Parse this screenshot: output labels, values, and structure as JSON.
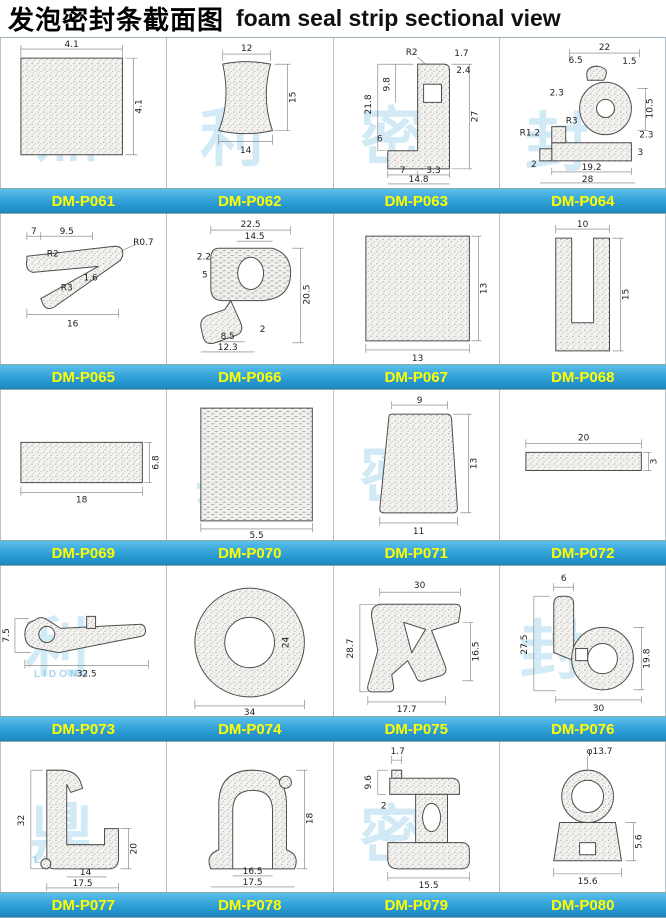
{
  "header": {
    "title_zh": "发泡密封条截面图",
    "title_en": "foam seal strip sectional view"
  },
  "watermark": {
    "chars": [
      "鼎",
      "利",
      "密",
      "封"
    ],
    "brand": "LIDONG"
  },
  "colors": {
    "label_bg": "#2e9ed6",
    "label_text": "#ffff00",
    "grid_border": "#b5c2c9",
    "watermark": "#8ecbe9",
    "dimension_text": "#222222"
  },
  "cells": [
    {
      "part": "DM-P061",
      "dims": [
        "4.1",
        "4.1"
      ]
    },
    {
      "part": "DM-P062",
      "dims": [
        "12",
        "15",
        "14"
      ]
    },
    {
      "part": "DM-P063",
      "dims": [
        "R2",
        "1.7",
        "2.4",
        "27",
        "21.8",
        "9.8",
        "6",
        "7",
        "3.3",
        "14.8"
      ]
    },
    {
      "part": "DM-P064",
      "dims": [
        "22",
        "6.5",
        "1.5",
        "10.5",
        "2.3",
        "2.3",
        "R3",
        "R1.2",
        "2",
        "19.2",
        "28",
        "3"
      ]
    },
    {
      "part": "DM-P065",
      "dims": [
        "9.5",
        "7",
        "R2",
        "R0.7",
        "R3",
        "1.6",
        "16"
      ]
    },
    {
      "part": "DM-P066",
      "dims": [
        "22.5",
        "14.5",
        "2.2",
        "5",
        "20.5",
        "8.5",
        "12.3",
        "2"
      ]
    },
    {
      "part": "DM-P067",
      "dims": [
        "13",
        "13"
      ]
    },
    {
      "part": "DM-P068",
      "dims": [
        "10",
        "15"
      ]
    },
    {
      "part": "DM-P069",
      "dims": [
        "18",
        "6.8"
      ]
    },
    {
      "part": "DM-P070",
      "dims": [
        "5.5"
      ]
    },
    {
      "part": "DM-P071",
      "dims": [
        "9",
        "11",
        "13"
      ]
    },
    {
      "part": "DM-P072",
      "dims": [
        "20",
        "3"
      ]
    },
    {
      "part": "DM-P073",
      "dims": [
        "7.5",
        "32.5"
      ]
    },
    {
      "part": "DM-P074",
      "dims": [
        "34",
        "24"
      ]
    },
    {
      "part": "DM-P075",
      "dims": [
        "30",
        "28.7",
        "16.5",
        "17.7"
      ]
    },
    {
      "part": "DM-P076",
      "dims": [
        "6",
        "27.5",
        "19.8",
        "30"
      ]
    },
    {
      "part": "DM-P077",
      "dims": [
        "32",
        "20",
        "14",
        "17.5"
      ]
    },
    {
      "part": "DM-P078",
      "dims": [
        "18",
        "16.5",
        "17.5"
      ]
    },
    {
      "part": "DM-P079",
      "dims": [
        "1.7",
        "9.6",
        "2",
        "15.5"
      ]
    },
    {
      "part": "DM-P080",
      "dims": [
        "φ13.7",
        "5.6",
        "15.6"
      ]
    }
  ]
}
